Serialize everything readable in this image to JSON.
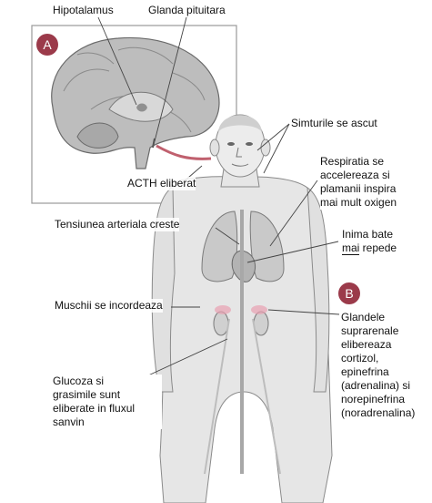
{
  "labels": {
    "hypothalamus": "Hipotalamus",
    "pituitary": "Glanda pituitara",
    "senses": "Simturile se ascut",
    "acth": "ACTH eliberat",
    "breathing_lines": [
      "Respiratia se",
      "accelereaza si",
      "plamanii inspira",
      "mai mult oxigen"
    ],
    "blood_pressure": "Tensiunea arteriala creste",
    "heart_part1": "Inima bate",
    "heart_part2_underlined": "mai",
    "heart_part3": " repede",
    "muscles": "Muschii se incordeaza",
    "adrenal_lines": [
      "Glandele",
      "suprarenale",
      "elibereaza",
      "cortizol,",
      "epinefrina",
      "(adrenalina) si",
      "norepinefrina",
      "(noradrenalina)"
    ],
    "glucose_lines": [
      "Glucoza si",
      "grasimile sunt",
      "eliberate in fluxul",
      "sanvin"
    ]
  },
  "badges": {
    "a": "A",
    "b": "B"
  },
  "colors": {
    "badge": "#9b3a4a",
    "line": "#444444",
    "body_fill": "#e6e6e6",
    "body_stroke": "#8a8a8a",
    "organ_fill": "#c9c9c9",
    "brain_fill": "#bdbdbd",
    "acth_arrow": "#c0606e",
    "adrenal_glow": "#e8a0b0"
  },
  "icons": {
    "brain_inset": "brain-illustration",
    "human_figure": "human-body-illustration"
  }
}
